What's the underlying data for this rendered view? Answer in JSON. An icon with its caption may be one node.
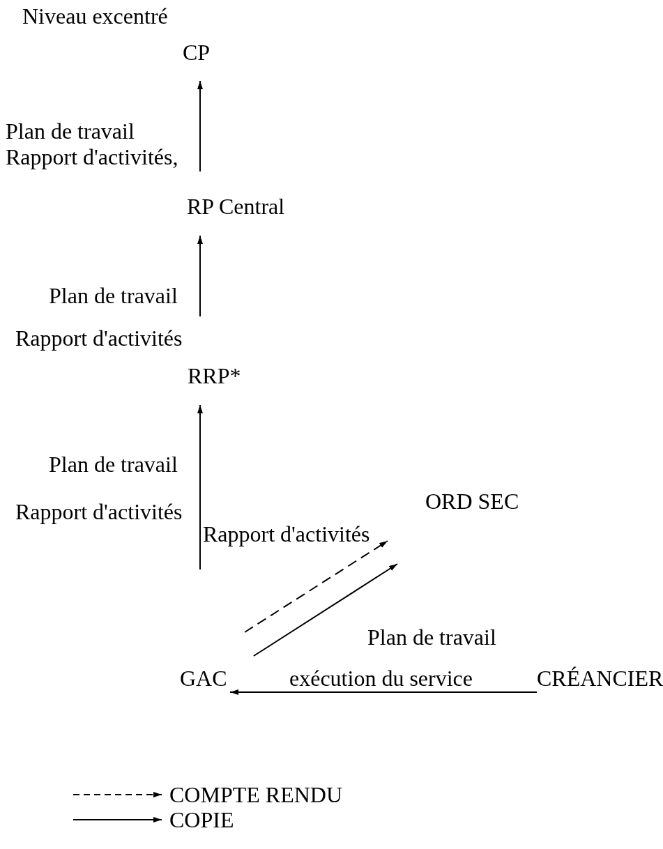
{
  "diagram": {
    "nodes": [
      {
        "text": [
          "CP"
        ]
      },
      {
        "text": [
          "RP Central"
        ]
      },
      {
        "text": [
          "RRP*"
        ]
      },
      {
        "text": [
          "ORD SEC"
        ]
      },
      {
        "text": [
          "GAC"
        ]
      },
      {
        "text": [
          "CRÉANCIER"
        ]
      }
    ],
    "edges": [
      {
        "from": 1,
        "to": 0,
        "arrow": "to"
      },
      {
        "from": 2,
        "to": 1,
        "arrow": "to"
      },
      {
        "from": null,
        "to": 2,
        "arrow": "to"
      },
      {
        "from": null,
        "to": 3,
        "arrow": "to",
        "style": "dashed",
        "label": "Rapport d'activités"
      },
      {
        "from": null,
        "to": 3,
        "arrow": "to",
        "label": "Plan de travail"
      },
      {
        "from": 5,
        "to": 4,
        "arrow": "to",
        "label": "exécution du service"
      }
    ],
    "labels": [
      "Niveau excentré",
      "Plan de travail",
      "Rapport d'activités,",
      "Plan de travail",
      "Rapport d'activités",
      "Plan de travail",
      "Rapport d'activités"
    ],
    "legend": [
      {
        "text": "COMPTE RENDU"
      },
      {
        "text": "COPIE"
      }
    ]
  }
}
